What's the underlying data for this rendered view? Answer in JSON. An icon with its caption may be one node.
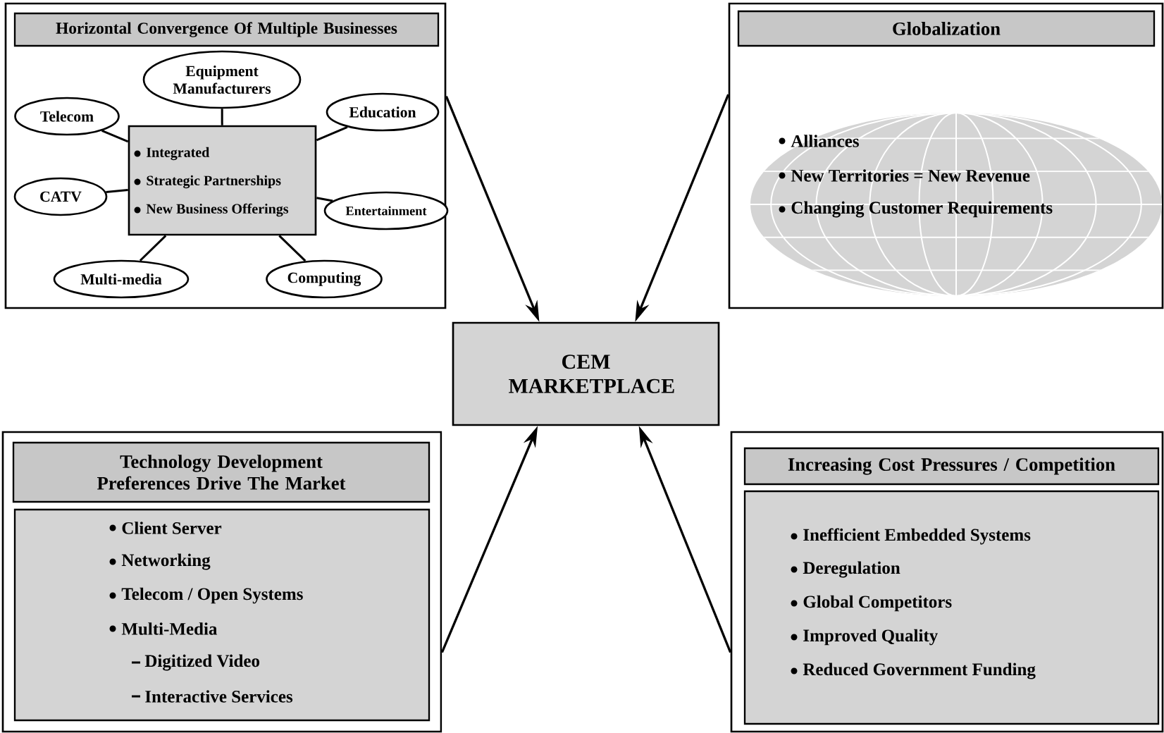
{
  "diagram": {
    "nodes": [
      {
        "text": [
          "Horizontal Convergence Of Multiple Businesses"
        ]
      },
      {
        "text": [
          "Integrated",
          "Strategic Partnerships",
          "New Business Offerings"
        ],
        "in": 0
      },
      {
        "text": [
          "Equipment Manufacturers"
        ],
        "in": 0
      },
      {
        "text": [
          "Telecom"
        ],
        "in": 0
      },
      {
        "text": [
          "Education"
        ],
        "in": 0
      },
      {
        "text": [
          "CATV"
        ],
        "in": 0
      },
      {
        "text": [
          "Entertainment"
        ],
        "in": 0
      },
      {
        "text": [
          "Multi-media"
        ],
        "in": 0
      },
      {
        "text": [
          "Computing"
        ],
        "in": 0
      },
      {
        "text": [
          "Globalization",
          "Alliances",
          "New Territories = New Revenue",
          "Changing Customer Requirements"
        ]
      },
      {
        "text": [
          "CEM MARKETPLACE"
        ]
      },
      {
        "text": [
          "Technology Development Preferences Drive The Market",
          "Client Server",
          "Networking",
          "Telecom / Open Systems",
          "Multi-Media",
          "Digitized Video",
          "Interactive Services"
        ]
      },
      {
        "text": [
          "Increasing Cost Pressures / Competition",
          "Inefficient Embedded Systems",
          "Deregulation",
          "Global Competitors",
          "Improved Quality",
          "Reduced Government Funding"
        ]
      }
    ],
    "edges": [
      {
        "from": 2,
        "to": 1,
        "arrow": "none"
      },
      {
        "from": 3,
        "to": 1,
        "arrow": "none"
      },
      {
        "from": 4,
        "to": 1,
        "arrow": "none"
      },
      {
        "from": 5,
        "to": 1,
        "arrow": "none"
      },
      {
        "from": 6,
        "to": 1,
        "arrow": "none"
      },
      {
        "from": 7,
        "to": 1,
        "arrow": "none"
      },
      {
        "from": 8,
        "to": 1,
        "arrow": "none"
      },
      {
        "from": 0,
        "to": 10,
        "arrow": "to"
      },
      {
        "from": 9,
        "to": 10,
        "arrow": "to"
      },
      {
        "from": 11,
        "to": 10,
        "arrow": "to"
      },
      {
        "from": 12,
        "to": 10,
        "arrow": "to"
      }
    ]
  }
}
